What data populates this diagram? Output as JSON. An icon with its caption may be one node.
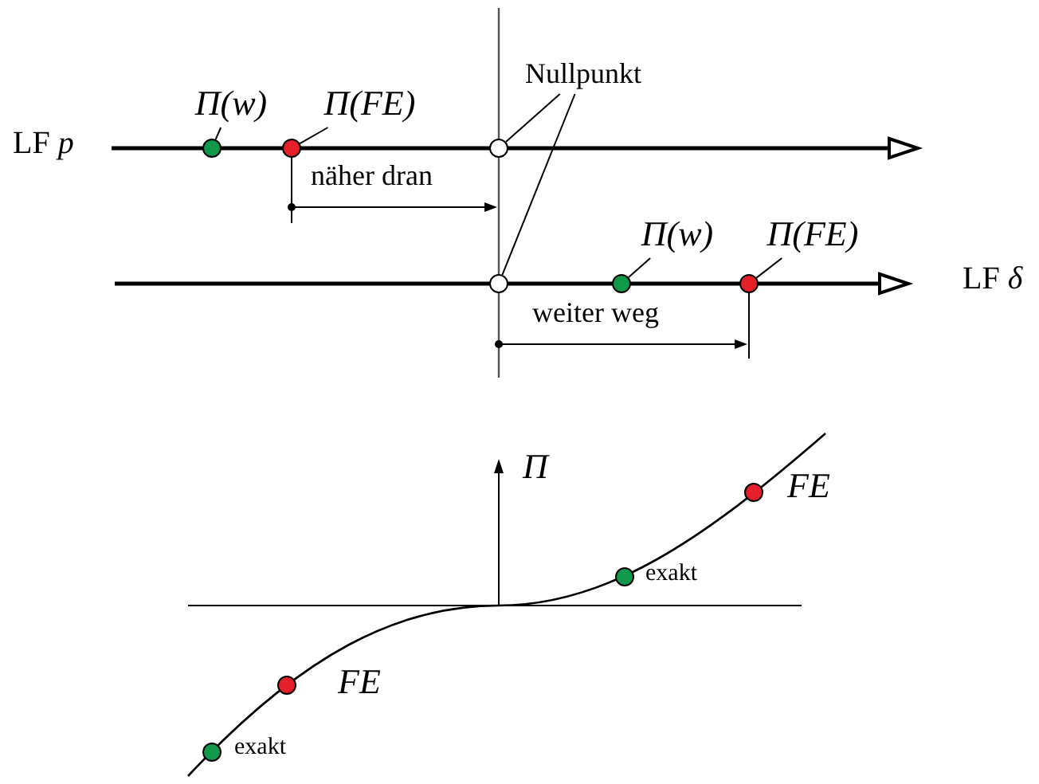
{
  "diagram": {
    "nodes": [
      {
        "text": [
          "Π(w)"
        ]
      },
      {
        "text": [
          "Π(FE)"
        ]
      },
      {
        "text": [],
        "shape": "circle"
      },
      {
        "text": [],
        "shape": "circle"
      },
      {
        "text": [],
        "shape": "circle"
      },
      {
        "text": [
          "Nullpunkt"
        ]
      },
      {
        "text": [],
        "shape": "circle"
      },
      {
        "text": [
          "Π(w)"
        ]
      },
      {
        "text": [
          "Π(FE)"
        ]
      },
      {
        "text": [],
        "shape": "circle"
      },
      {
        "text": [],
        "shape": "circle"
      },
      {
        "text": [],
        "shape": "circle",
        "beside": [
          "exakt"
        ]
      },
      {
        "text": [],
        "shape": "circle",
        "beside": [
          "FE"
        ]
      },
      {
        "text": [],
        "shape": "circle",
        "beside": [
          "exakt"
        ]
      },
      {
        "text": [],
        "shape": "circle",
        "beside": [
          "FE"
        ]
      }
    ],
    "edges": [
      {
        "from": 0,
        "to": 2,
        "arrow": "none"
      },
      {
        "from": 1,
        "to": 3,
        "arrow": "none"
      },
      {
        "from": 5,
        "to": 4,
        "arrow": "none"
      },
      {
        "from": 5,
        "to": 6,
        "arrow": "none"
      },
      {
        "from": 7,
        "to": 9,
        "arrow": "none"
      },
      {
        "from": 8,
        "to": 10,
        "arrow": "none"
      }
    ],
    "labels": [
      "LF *p*",
      "näher dran",
      "weiter weg",
      "LF *δ*",
      "Π"
    ]
  }
}
